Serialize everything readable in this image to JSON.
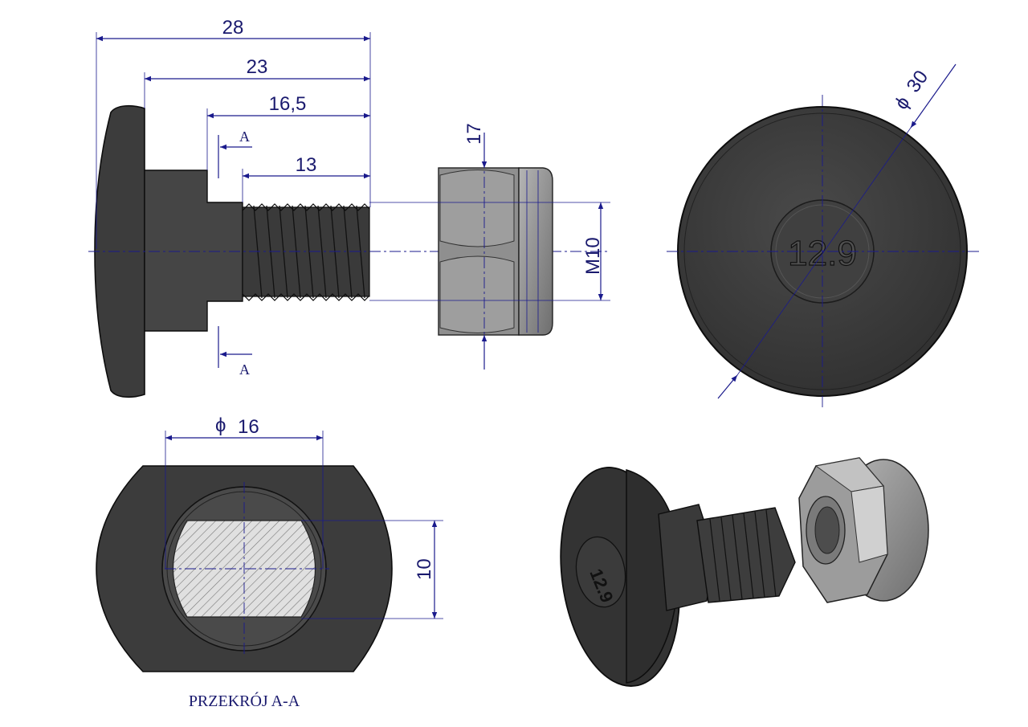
{
  "dimensions": {
    "length_total": "28",
    "length_23": "23",
    "length_16_5": "16,5",
    "thread_length": "13",
    "nut_width": "17",
    "thread": "M10",
    "head_diameter": "30",
    "neck_diameter": "16",
    "flat_width": "10"
  },
  "symbols": {
    "diameter": "ϕ"
  },
  "section": {
    "mark_top": "A",
    "mark_bottom": "A",
    "caption": "PRZEKRÓJ A-A"
  },
  "head_marking": "12.9",
  "iso_marking": "12.9"
}
